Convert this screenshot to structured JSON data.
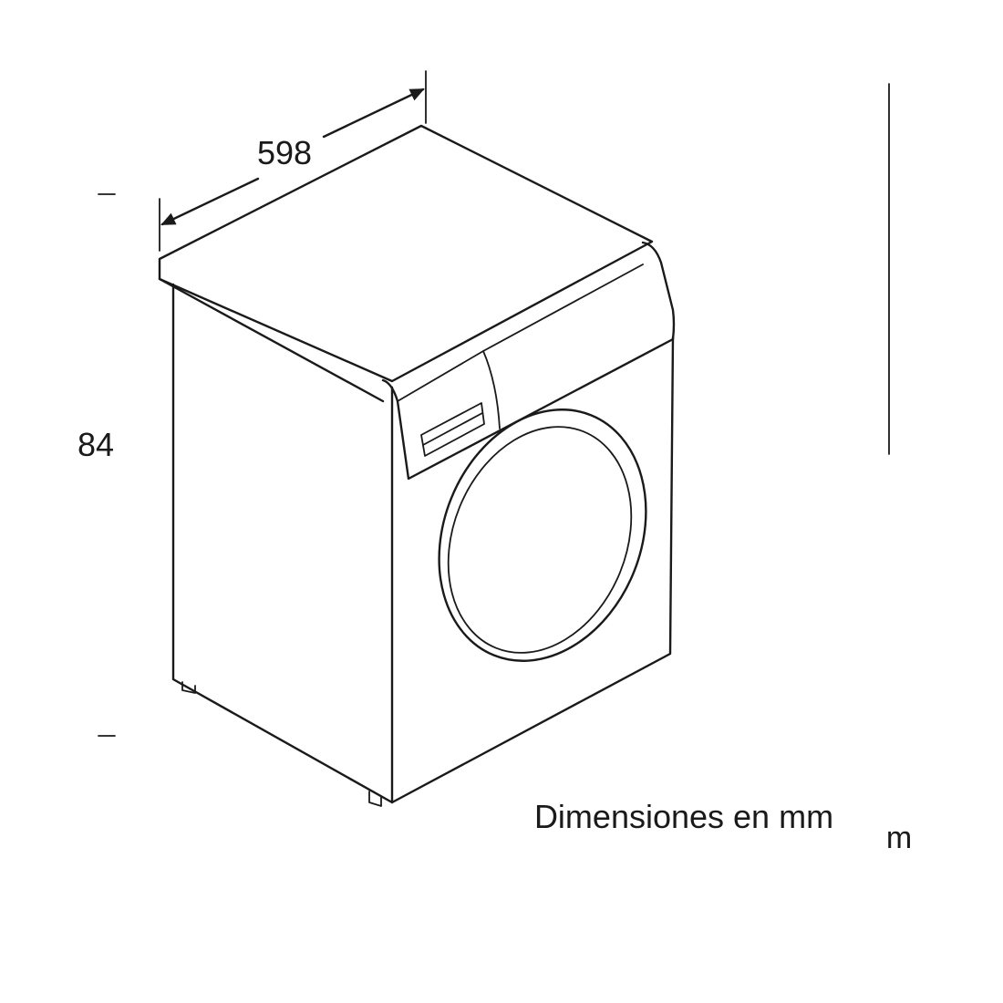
{
  "diagram": {
    "labels": {
      "width": "598",
      "height": "84",
      "units_caption": "Dimensiones en mm",
      "right_fragment": "m"
    },
    "colors": {
      "line": "#1a1a1a",
      "background": "#ffffff"
    }
  }
}
